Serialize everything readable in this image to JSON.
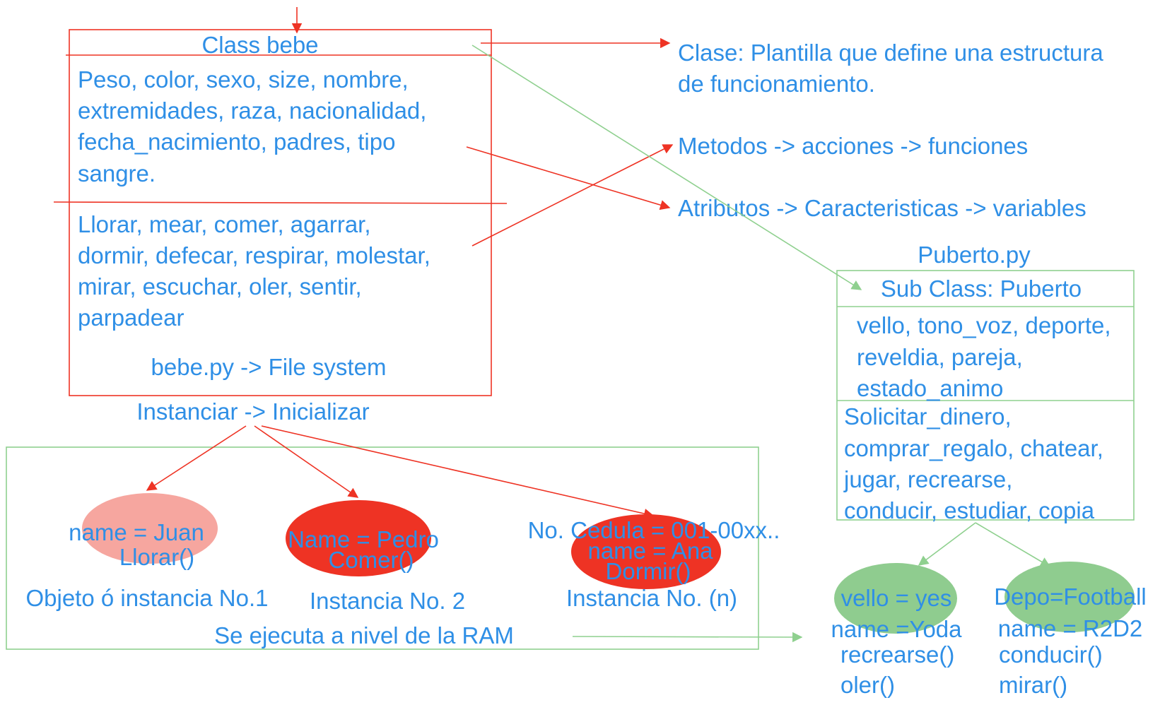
{
  "colors": {
    "text": "#2f8fe6",
    "red": "#ee3324",
    "green": "#8fd08f",
    "ellipse_juan": "#f6a69f",
    "ellipse_red": "#ee3324",
    "ellipse_green": "#8fcc8f"
  },
  "class_bebe": {
    "title": "Class bebe",
    "attributes": [
      "Peso, color, sexo, size, nombre,",
      "extremidades, raza, nacionalidad,",
      "fecha_nacimiento, padres, tipo",
      "sangre."
    ],
    "methods": [
      "Llorar, mear, comer, agarrar,",
      "dormir, defecar, respirar, molestar,",
      "mirar, escuchar, oler, sentir,",
      "parpadear"
    ],
    "file": "bebe.py -> File system"
  },
  "definitions": {
    "clase_line1": "Clase: Plantilla que define una estructura",
    "clase_line2": "de funcionamiento.",
    "metodos": "Metodos -> acciones -> funciones",
    "atributos": "Atributos -> Caracteristicas -> variables"
  },
  "instanciar": "Instanciar -> Inicializar",
  "instances": {
    "juan": {
      "name": "name = Juan",
      "method": "Llorar()",
      "caption": "Objeto ó instancia No.1"
    },
    "pedro": {
      "name": "Name = Pedro",
      "method": "Comer()",
      "caption": "Instancia No. 2"
    },
    "ana": {
      "cedula": "No. Cedula = 001-00xx..",
      "name": "name = Ana",
      "method": "Dormir()",
      "caption": "Instancia No. (n)"
    },
    "ram": "Se ejecuta a nivel de la RAM"
  },
  "puberto": {
    "file": "Puberto.py",
    "title": "Sub Class: Puberto",
    "attributes": [
      "vello, tono_voz, deporte,",
      "reveldia, pareja,",
      "estado_animo"
    ],
    "methods": [
      "Solicitar_dinero,",
      "comprar_regalo, chatear,",
      "jugar, recrearse,",
      "conducir, estudiar, copia"
    ]
  },
  "sub_instances": {
    "yoda": {
      "attr": "vello = yes",
      "name": "name =Yoda",
      "method1": "recrearse()",
      "method2": "oler()"
    },
    "r2d2": {
      "attr": "Depo=Football",
      "name": "name = R2D2",
      "method1": "conducir()",
      "method2": "mirar()"
    }
  }
}
